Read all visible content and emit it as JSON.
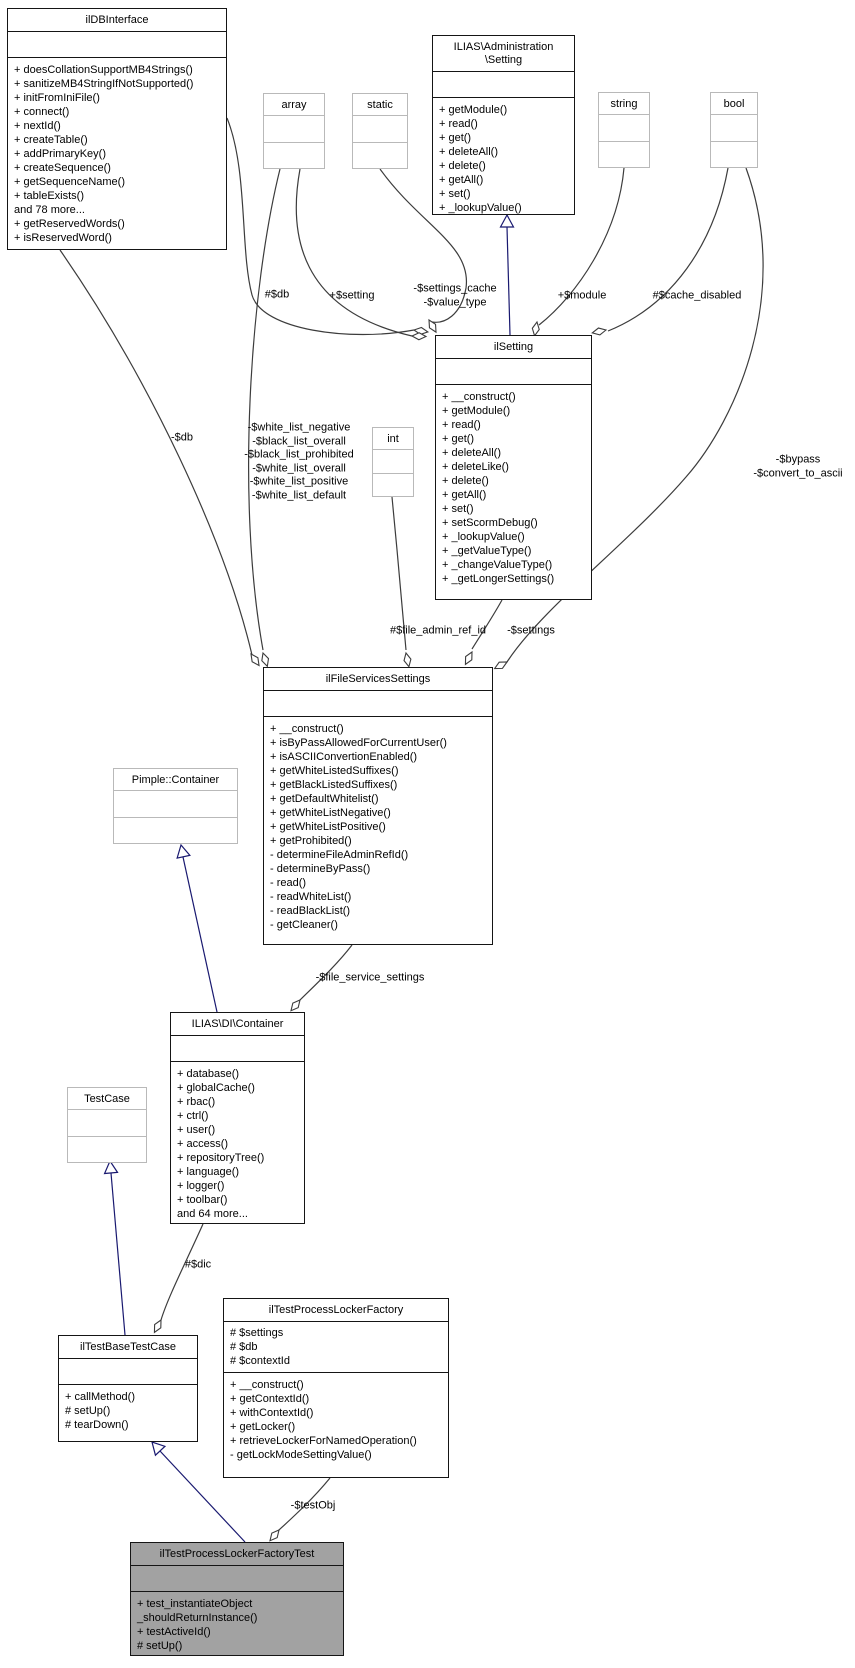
{
  "diagram": {
    "kind": "uml-collaboration-diagram",
    "colors": {
      "class_border": "#151515",
      "primitive_border": "#b9b9b9",
      "inheritance_edge": "#191970",
      "aggregation_edge": "#3c3c3c",
      "highlight_class_fill": "#a2a2a2"
    },
    "classes": {
      "ildbinterface": {
        "title": "ilDBInterface",
        "attributes": [],
        "methods": [
          "+ doesCollationSupportMB4Strings()",
          "+ sanitizeMB4StringIfNotSupported()",
          "+ initFromIniFile()",
          "+ connect()",
          "+ nextId()",
          "+ createTable()",
          "+ addPrimaryKey()",
          "+ createSequence()",
          "+ getSequenceName()",
          "+ tableExists()",
          "and 78 more...",
          "+ getReservedWords()",
          "+ isReservedWord()"
        ]
      },
      "admin_setting": {
        "title": "ILIAS\\Administration\n\\Setting",
        "attributes": [],
        "methods": [
          "+ getModule()",
          "+ read()",
          "+ get()",
          "+ deleteAll()",
          "+ delete()",
          "+ getAll()",
          "+ set()",
          "+ _lookupValue()"
        ]
      },
      "ilsetting": {
        "title": "ilSetting",
        "attributes": [],
        "methods": [
          "+ __construct()",
          "+ getModule()",
          "+ read()",
          "+ get()",
          "+ deleteAll()",
          "+ deleteLike()",
          "+ delete()",
          "+ getAll()",
          "+ set()",
          "+ setScormDebug()",
          "+ _lookupValue()",
          "+ _getValueType()",
          "+ _changeValueType()",
          "+ _getLongerSettings()"
        ]
      },
      "ilfileservicessettings": {
        "title": "ilFileServicesSettings",
        "attributes": [],
        "methods": [
          "+ __construct()",
          "+ isByPassAllowedForCurrentUser()",
          "+ isASCIIConvertionEnabled()",
          "+ getWhiteListedSuffixes()",
          "+ getBlackListedSuffixes()",
          "+ getDefaultWhitelist()",
          "+ getWhiteListNegative()",
          "+ getWhiteListPositive()",
          "+ getProhibited()",
          "- determineFileAdminRefId()",
          "- determineByPass()",
          "- read()",
          "- readWhiteList()",
          "- readBlackList()",
          "- getCleaner()"
        ]
      },
      "di_container": {
        "title": "ILIAS\\DI\\Container",
        "attributes": [],
        "methods": [
          "+ database()",
          "+ globalCache()",
          "+ rbac()",
          "+ ctrl()",
          "+ user()",
          "+ access()",
          "+ repositoryTree()",
          "+ language()",
          "+ logger()",
          "+ toolbar()",
          "and 64 more..."
        ]
      },
      "iltestbasetestcase": {
        "title": "ilTestBaseTestCase",
        "attributes": [],
        "methods": [
          "+ callMethod()",
          "# setUp()",
          "# tearDown()"
        ]
      },
      "iltestprocesslockerfactory": {
        "title": "ilTestProcessLockerFactory",
        "attributes": [
          "# $settings",
          "# $db",
          "# $contextId"
        ],
        "methods": [
          "+ __construct()",
          "+ getContextId()",
          "+ withContextId()",
          "+ getLocker()",
          "+ retrieveLockerForNamedOperation()",
          "- getLockModeSettingValue()"
        ]
      },
      "iltestprocesslockerfactorytest": {
        "title": "ilTestProcessLockerFactoryTest",
        "attributes": [],
        "methods": [
          "+ test_instantiateObject",
          "_shouldReturnInstance()",
          "+ testActiveId()",
          "# setUp()"
        ]
      }
    },
    "primitives": {
      "array": {
        "title": "array"
      },
      "static": {
        "title": "static"
      },
      "string": {
        "title": "string"
      },
      "bool": {
        "title": "bool"
      },
      "int": {
        "title": "int"
      },
      "pimple_container": {
        "title": "Pimple::Container"
      },
      "testcase": {
        "title": "TestCase"
      }
    },
    "edge_labels": {
      "db_setting": "#$db",
      "setting": "+$setting",
      "settings_cache": "-$settings_cache\n-$value_type",
      "module": "+$module",
      "cache_disabled": "#$cache_disabled",
      "db_fss": "-$db",
      "white_lists": "-$white_list_negative\n-$black_list_overall\n-$black_list_prohibited\n-$white_list_overall\n-$white_list_positive\n-$white_list_default",
      "file_admin_ref_id": "#$file_admin_ref_id",
      "settings": "-$settings",
      "bypass": "-$bypass\n-$convert_to_ascii",
      "file_service_settings": "-$file_service_settings",
      "dic": "#$dic",
      "testobj": "-$testObj"
    }
  }
}
